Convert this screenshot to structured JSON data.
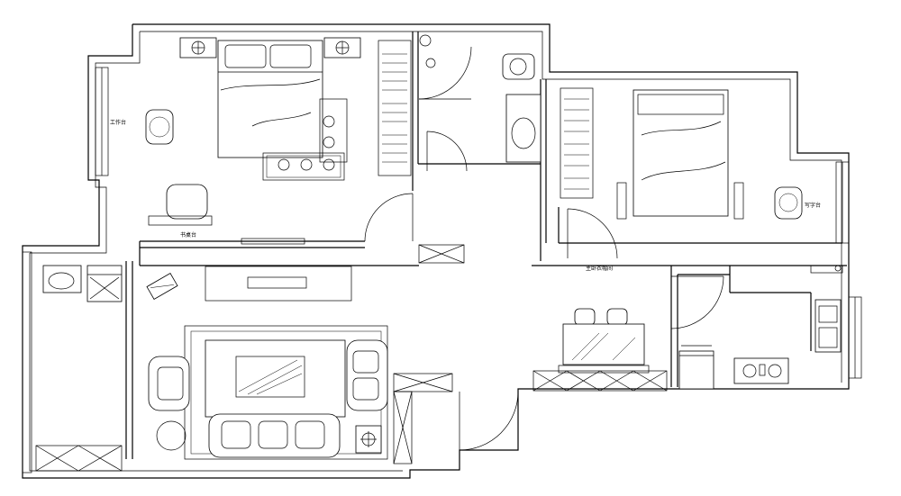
{
  "labels": {
    "balcony_left": "工作台",
    "desk_left": "书桌台",
    "balcony_right": "写字台",
    "corridor": "主卧衣帽间"
  }
}
